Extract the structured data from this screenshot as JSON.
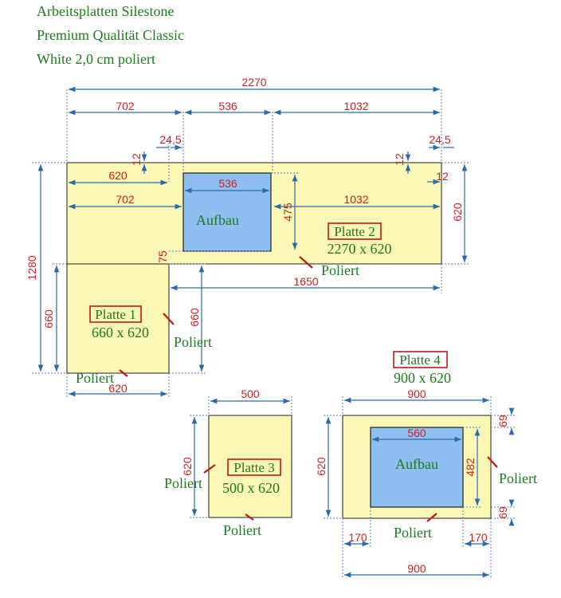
{
  "header": {
    "line1": "Arbeitsplatten Silestone",
    "line2": "Premium Qualität Classic",
    "line3": "White 2,0 cm poliert"
  },
  "colors": {
    "slab": "#fbf7b4",
    "cutout": "#8ebff0",
    "dimension_text": "#d21f1f",
    "label_text": "#1f7a1f",
    "dimension_line": "#2a6bb0"
  },
  "dims": {
    "total_width": "2270",
    "seg_702": "702",
    "seg_536": "536",
    "seg_1032": "1032",
    "d24_5_left": "24,5",
    "d24_5_right": "24,5",
    "d12_left": "12",
    "d12_right_top": "12",
    "d12_right": "12",
    "d620_inner": "620",
    "d536_inner": "536",
    "d702_inner": "702",
    "d1032_inner": "1032",
    "d475": "475",
    "d620_right": "620",
    "d75": "75",
    "d1650": "1650",
    "d1280": "1280",
    "d660_outer": "660",
    "d660_right": "660",
    "d620_bottom": "620",
    "p3_500": "500",
    "p3_620": "620",
    "p4_900_top": "900",
    "p4_560": "560",
    "p4_620": "620",
    "p4_482": "482",
    "p4_69_top": "69",
    "p4_69_bottom": "69",
    "p4_170_left": "170",
    "p4_170_right": "170",
    "p4_900_bottom": "900"
  },
  "labels": {
    "aufbau": "Aufbau",
    "platte2_title": "Platte 2",
    "platte2_size": "2270 x 620",
    "platte1_title": "Platte 1",
    "platte1_size": "660 x 620",
    "platte3_title": "Platte 3",
    "platte3_size": "500  x 620",
    "platte4_title": "Platte 4",
    "platte4_size": "900  x 620",
    "poliert": "Poliert"
  }
}
